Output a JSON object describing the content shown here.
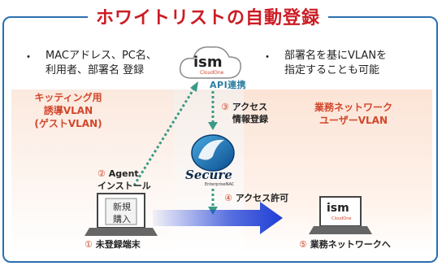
{
  "title": "ホワイトリストの自動登録",
  "bullets": {
    "left": [
      "MACアドレス、PC名、",
      "利用者、部署名 登録"
    ],
    "right": [
      "部署名を基にVLANを",
      "指定することも可能"
    ]
  },
  "cloud_logo": {
    "main": "ism",
    "sub": "CloudOne"
  },
  "api_label": "API連携",
  "zones": {
    "left": [
      "キッティング用",
      "誘導VLAN",
      "(ゲストVLAN)"
    ],
    "right": [
      "業務ネットワーク",
      "ユーザーVLAN"
    ]
  },
  "steps": {
    "agent": {
      "num": "②",
      "lines": [
        "Agent",
        "インストール"
      ]
    },
    "register": {
      "num": "③",
      "lines": [
        "アクセス",
        "情報登録"
      ]
    },
    "permit": {
      "num": "④",
      "text": "アクセス許可"
    },
    "unregistered": {
      "num": "①",
      "text": "未登録端末"
    },
    "business": {
      "num": "⑤",
      "text": "業務ネットワークへ"
    }
  },
  "laptop_new": [
    "新規",
    "購入"
  ],
  "secure_logo": {
    "main": "Secure",
    "sub": "EnterpriseNAC"
  },
  "laptop_logo": {
    "main": "ism",
    "sub": "CloudOne"
  },
  "colors": {
    "title": "#cc1c24",
    "frame": "#2b6fb0",
    "accent": "#d2472b",
    "dotted": "#3a9a86",
    "arrow": "#1f3fd6"
  }
}
